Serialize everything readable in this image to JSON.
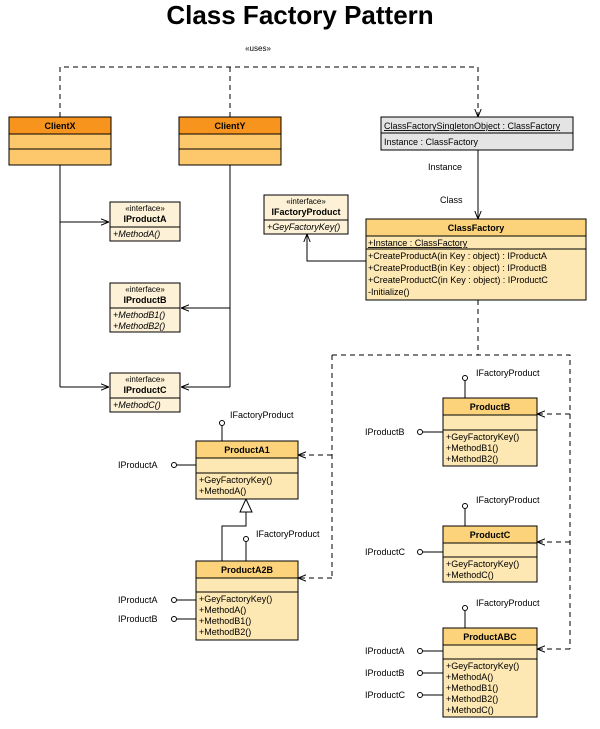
{
  "title": "Class Factory Pattern",
  "uses_label": "«uses»",
  "instance_label": "Instance",
  "class_label": "Class",
  "stereotype": "«interface»",
  "classes": {
    "clientx": {
      "name": "ClientX"
    },
    "clienty": {
      "name": "ClientY"
    },
    "singleton": {
      "name": "ClassFactorySingletonObject : ClassFactory",
      "attr": "Instance : ClassFactory"
    },
    "iproducta": {
      "name": "IProductA",
      "ops": [
        "+MethodA()"
      ]
    },
    "iproductb": {
      "name": "IProductB",
      "ops": [
        "+MethodB1()",
        "+MethodB2()"
      ]
    },
    "iproductc": {
      "name": "IProductC",
      "ops": [
        "+MethodC()"
      ]
    },
    "ifactoryproduct": {
      "name": "IFactoryProduct",
      "ops": [
        "+GeyFactoryKey()"
      ]
    },
    "classfactory": {
      "name": "ClassFactory",
      "attr": "+Instance : ClassFactory",
      "ops": [
        "+CreateProductA(in Key : object) : IProductA",
        "+CreateProductB(in Key : object) : IProductB",
        "+CreateProductC(in Key : object) : IProductC",
        "-Initialize()"
      ]
    },
    "producta1": {
      "name": "ProductA1",
      "ops": [
        "+GeyFactoryKey()",
        "+MethodA()"
      ]
    },
    "producta2b": {
      "name": "ProductA2B",
      "ops": [
        "+GeyFactoryKey()",
        "+MethodA()",
        "+MethodB1()",
        "+MethodB2()"
      ]
    },
    "productb": {
      "name": "ProductB",
      "ops": [
        "+GeyFactoryKey()",
        "+MethodB1()",
        "+MethodB2()"
      ]
    },
    "productc": {
      "name": "ProductC",
      "ops": [
        "+GeyFactoryKey()",
        "+MethodC()"
      ]
    },
    "productabc": {
      "name": "ProductABC",
      "ops": [
        "+GeyFactoryKey()",
        "+MethodA()",
        "+MethodB1()",
        "+MethodB2()",
        "+MethodC()"
      ]
    }
  },
  "lollipops": {
    "ifactoryproduct": "IFactoryProduct",
    "iproducta": "IProductA",
    "iproductb": "IProductB",
    "iproductc": "IProductC"
  },
  "colors": {
    "client_header": "#f7941d",
    "client_body": "#fcc86b",
    "class_header": "#fcd37a",
    "class_body": "#fde7b3",
    "interface_fill": "#fdf1d7",
    "singleton_fill": "#e4e4e4",
    "line": "#000000"
  }
}
